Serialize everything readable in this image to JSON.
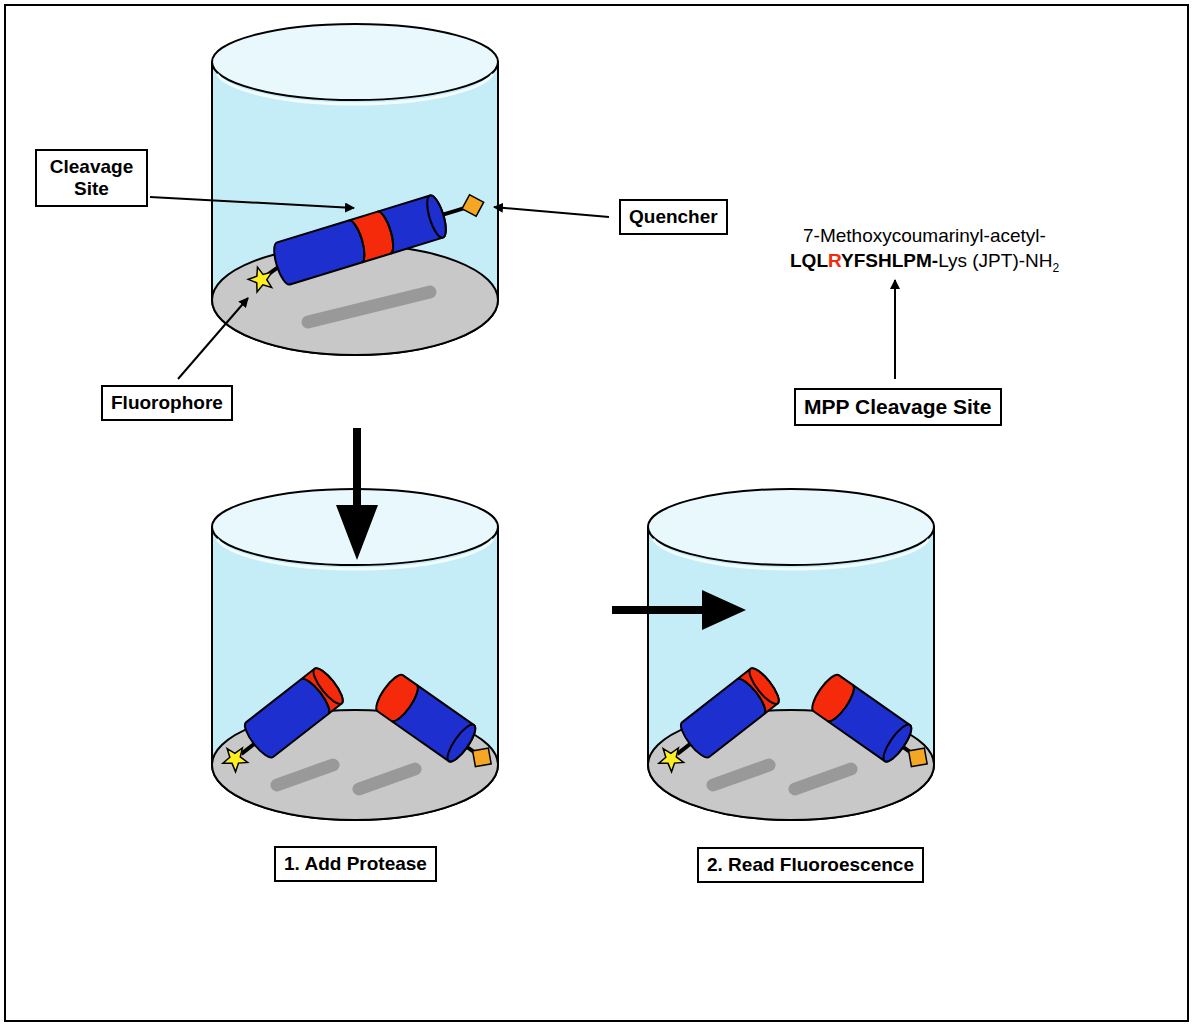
{
  "diagram": {
    "nodes": [
      {
        "text": [
          "Cleavage Site"
        ]
      },
      {
        "text": [
          "Quencher"
        ]
      },
      {
        "text": [
          "Fluorophore"
        ]
      },
      {
        "text": [
          "MPP Cleavage Site"
        ]
      },
      {
        "text": [
          "1. Add Protease"
        ]
      },
      {
        "text": [
          "2. Read Fluoroescence"
        ]
      }
    ],
    "labels": [
      "7-Methoxycoumarinyl-acetyl-",
      "LQL",
      "R",
      "YFSHLPM-",
      "Lys (JPT)-NH",
      "2"
    ]
  }
}
